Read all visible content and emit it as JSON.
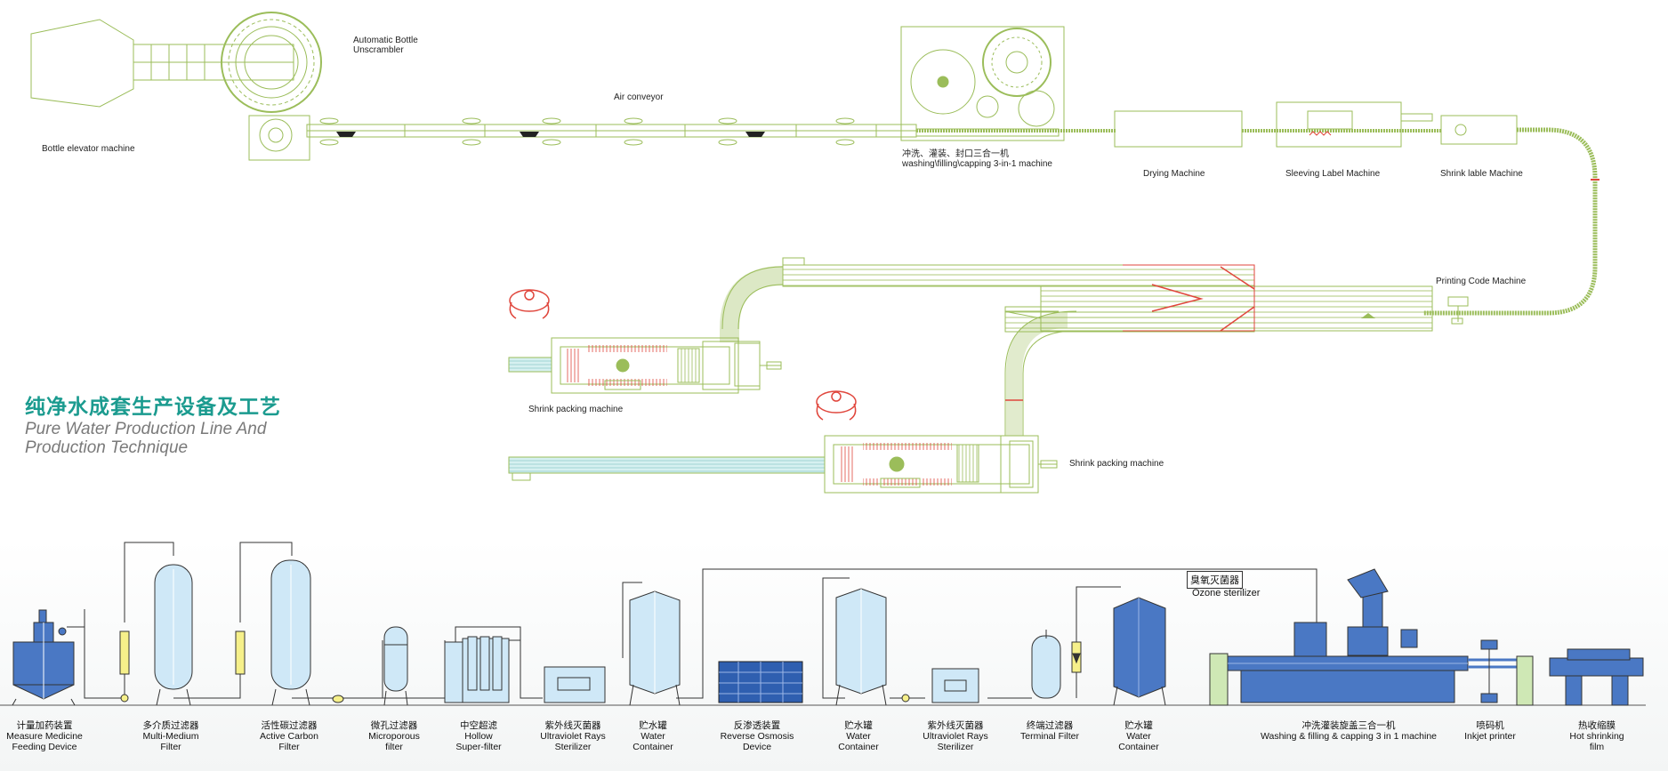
{
  "title": {
    "cn": "纯净水成套生产设备及工艺",
    "en_line1": "Pure Water Production Line And",
    "en_line2": "Production Technique"
  },
  "top_labels": {
    "unscrambler_1": "Automatic Bottle",
    "unscrambler_2": "Unscrambler",
    "elevator": "Bottle elevator machine",
    "air_conveyor": "Air conveyor",
    "filling_cn": "冲洗、灌装、封口三合一机",
    "filling_en": "washing\\filling\\capping 3-in-1 machine",
    "drying": "Drying Machine",
    "sleeving": "Sleeving Label Machine",
    "shrink_label": "Shrink lable Machine",
    "printing_code": "Printing Code Machine",
    "shrink_pack_1": "Shrink packing machine",
    "shrink_pack_2": "Shrink packing machine"
  },
  "ozone": {
    "cn": "臭氧灭菌器",
    "en": "Ozone sterilizer"
  },
  "equipment": [
    {
      "cn": "计量加药装置",
      "en1": "Measure Medicine",
      "en2": "Feeding Device"
    },
    {
      "cn": "多介质过滤器",
      "en1": "Multi-Medium",
      "en2": "Filter"
    },
    {
      "cn": "活性碳过滤器",
      "en1": "Active Carbon",
      "en2": "Filter"
    },
    {
      "cn": "微孔过滤器",
      "en1": "Microporous",
      "en2": "filter"
    },
    {
      "cn": "中空超滤",
      "en1": "Hollow",
      "en2": "Super-filter"
    },
    {
      "cn": "紫外线灭菌器",
      "en1": "Ultraviolet Rays",
      "en2": "Sterilizer"
    },
    {
      "cn": "贮水罐",
      "en1": "Water",
      "en2": "Container"
    },
    {
      "cn": "反渗透装置",
      "en1": "Reverse Osmosis",
      "en2": "Device"
    },
    {
      "cn": "贮水罐",
      "en1": "Water",
      "en2": "Container"
    },
    {
      "cn": "紫外线灭菌器",
      "en1": "Ultraviolet Rays",
      "en2": "Sterilizer"
    },
    {
      "cn": "终端过滤器",
      "en1": "Terminal Filter",
      "en2": ""
    },
    {
      "cn": "贮水罐",
      "en1": "Water",
      "en2": "Container"
    },
    {
      "cn": "冲洗灌装旋盖三合一机",
      "en1": "Washing & filling & capping 3 in 1 machine",
      "en2": ""
    },
    {
      "cn": "喷码机",
      "en1": "Inkjet printer",
      "en2": ""
    },
    {
      "cn": "热收缩膜",
      "en1": "Hot shrinking film",
      "en2": ""
    }
  ],
  "colors": {
    "line_green": "#9bbd5a",
    "tank_light": "#cfe8f7",
    "tank_dark": "#4a78c4",
    "accent_red": "#e0463c",
    "title_teal": "#1b9b8f"
  }
}
